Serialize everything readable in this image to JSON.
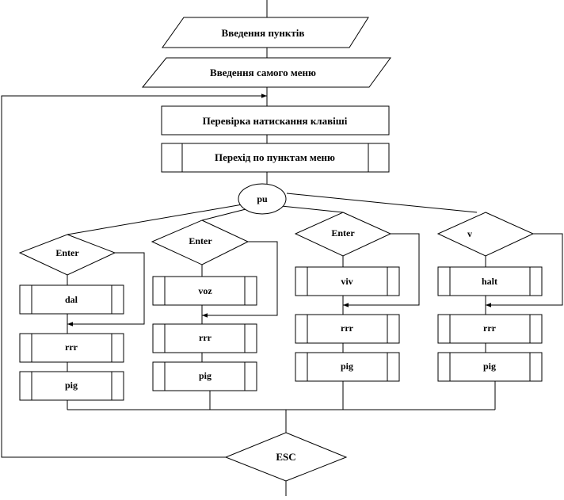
{
  "flowchart": {
    "input_items": "Введення пунктів",
    "input_menu": "Введення самого меню",
    "check_keypress": "Перевірка натискання клавіші",
    "navigate_menu": "Перехід по пунктам меню",
    "pu": "pu",
    "branches": [
      {
        "decision": "Enter",
        "action": "dal",
        "step1": "rrr",
        "step2": "pig"
      },
      {
        "decision": "Enter",
        "action": "voz",
        "step1": "rrr",
        "step2": "pig"
      },
      {
        "decision": "Enter",
        "action": "viv",
        "step1": "rrr",
        "step2": "pig"
      },
      {
        "decision": "v",
        "action": "halt",
        "step1": "rrr",
        "step2": "pig"
      }
    ],
    "esc": "ESC"
  }
}
